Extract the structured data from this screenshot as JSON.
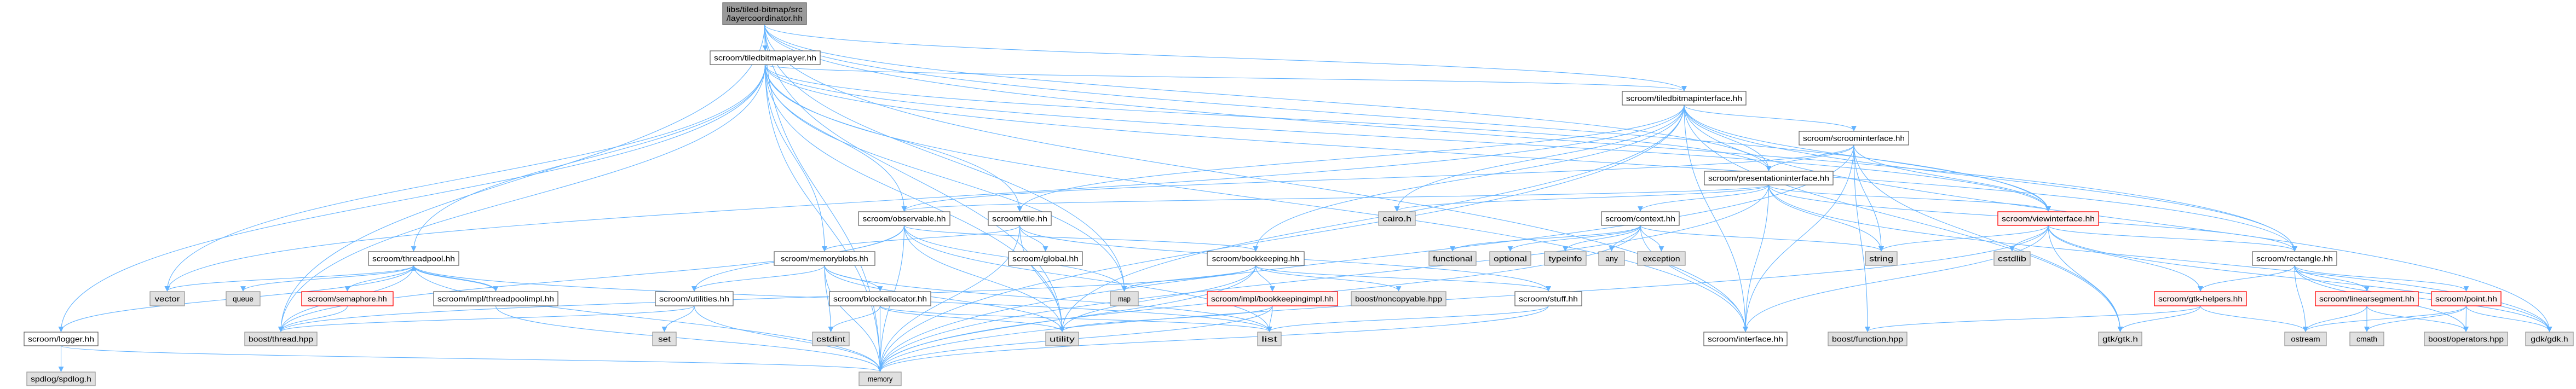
{
  "title": "libs/tiled-bitmap/src/layercoordinator.hh include dependency graph",
  "colors": {
    "edge": "#63b3ff",
    "root_fill": "#999999",
    "node_fill": "#ffffff",
    "system_fill": "#e0e0e0",
    "incomplete_fill": "#fff0f0",
    "incomplete_stroke": "#ff0000"
  },
  "nodes": [
    {
      "id": "root",
      "label": "libs/tiled-bitmap/src\n/layercoordinator.hh",
      "kind": "root"
    },
    {
      "id": "tiledbitmaplayer",
      "label": "scroom/tiledbitmaplayer.hh",
      "kind": "file"
    },
    {
      "id": "tiledbitmapinterface",
      "label": "scroom/tiledbitmapinterface.hh",
      "kind": "file"
    },
    {
      "id": "scroominterface",
      "label": "scroom/scroominterface.hh",
      "kind": "file"
    },
    {
      "id": "presentationinterface",
      "label": "scroom/presentationinterface.hh",
      "kind": "file"
    },
    {
      "id": "observable",
      "label": "scroom/observable.hh",
      "kind": "file"
    },
    {
      "id": "tile",
      "label": "scroom/tile.hh",
      "kind": "file"
    },
    {
      "id": "cairo",
      "label": "cairo.h",
      "kind": "system"
    },
    {
      "id": "context",
      "label": "scroom/context.hh",
      "kind": "file"
    },
    {
      "id": "viewinterface",
      "label": "scroom/viewinterface.hh",
      "kind": "incomplete"
    },
    {
      "id": "threadpool",
      "label": "scroom/threadpool.hh",
      "kind": "file"
    },
    {
      "id": "memoryblobs",
      "label": "scroom/memoryblobs.hh",
      "kind": "file"
    },
    {
      "id": "global",
      "label": "scroom/global.hh",
      "kind": "file"
    },
    {
      "id": "bookkeeping",
      "label": "scroom/bookkeeping.hh",
      "kind": "file"
    },
    {
      "id": "functional",
      "label": "functional",
      "kind": "system"
    },
    {
      "id": "optional",
      "label": "optional",
      "kind": "system"
    },
    {
      "id": "typeinfo",
      "label": "typeinfo",
      "kind": "system"
    },
    {
      "id": "any",
      "label": "any",
      "kind": "system"
    },
    {
      "id": "exception",
      "label": "exception",
      "kind": "system"
    },
    {
      "id": "string",
      "label": "string",
      "kind": "system"
    },
    {
      "id": "cstdlib",
      "label": "cstdlib",
      "kind": "system"
    },
    {
      "id": "rectangle",
      "label": "scroom/rectangle.hh",
      "kind": "file"
    },
    {
      "id": "vector",
      "label": "vector",
      "kind": "system"
    },
    {
      "id": "queue",
      "label": "queue",
      "kind": "system"
    },
    {
      "id": "semaphore",
      "label": "scroom/semaphore.hh",
      "kind": "incomplete"
    },
    {
      "id": "threadpoolimpl",
      "label": "scroom/impl/threadpoolimpl.hh",
      "kind": "file"
    },
    {
      "id": "utilities",
      "label": "scroom/utilities.hh",
      "kind": "file"
    },
    {
      "id": "blockallocator",
      "label": "scroom/blockallocator.hh",
      "kind": "file"
    },
    {
      "id": "map",
      "label": "map",
      "kind": "system"
    },
    {
      "id": "bookkeepingimpl",
      "label": "scroom/impl/bookkeepingimpl.hh",
      "kind": "incomplete"
    },
    {
      "id": "noncopyable",
      "label": "boost/noncopyable.hpp",
      "kind": "system"
    },
    {
      "id": "stuff",
      "label": "scroom/stuff.hh",
      "kind": "file"
    },
    {
      "id": "gtkhelpers",
      "label": "scroom/gtk-helpers.hh",
      "kind": "incomplete"
    },
    {
      "id": "linearsegment",
      "label": "scroom/linearsegment.hh",
      "kind": "incomplete"
    },
    {
      "id": "point",
      "label": "scroom/point.hh",
      "kind": "incomplete"
    },
    {
      "id": "logger",
      "label": "scroom/logger.hh",
      "kind": "file"
    },
    {
      "id": "boostthread",
      "label": "boost/thread.hpp",
      "kind": "system"
    },
    {
      "id": "set",
      "label": "set",
      "kind": "system"
    },
    {
      "id": "cstdint",
      "label": "cstdint",
      "kind": "system"
    },
    {
      "id": "utility",
      "label": "utility",
      "kind": "system"
    },
    {
      "id": "list",
      "label": "list",
      "kind": "system"
    },
    {
      "id": "interface",
      "label": "scroom/interface.hh",
      "kind": "file"
    },
    {
      "id": "boostfunction",
      "label": "boost/function.hpp",
      "kind": "system"
    },
    {
      "id": "gtk",
      "label": "gtk/gtk.h",
      "kind": "system"
    },
    {
      "id": "ostream",
      "label": "ostream",
      "kind": "system"
    },
    {
      "id": "cmath",
      "label": "cmath",
      "kind": "system"
    },
    {
      "id": "operators",
      "label": "boost/operators.hpp",
      "kind": "system"
    },
    {
      "id": "gdk",
      "label": "gdk/gdk.h",
      "kind": "system"
    },
    {
      "id": "spdlog",
      "label": "spdlog/spdlog.h",
      "kind": "system"
    },
    {
      "id": "memory",
      "label": "memory",
      "kind": "system"
    }
  ],
  "edges": [
    [
      "root",
      "tiledbitmaplayer"
    ],
    [
      "root",
      "memory"
    ],
    [
      "root",
      "boostthread"
    ],
    [
      "root",
      "map"
    ],
    [
      "root",
      "utility"
    ],
    [
      "root",
      "viewinterface"
    ],
    [
      "root",
      "rectangle"
    ],
    [
      "root",
      "interface"
    ],
    [
      "root",
      "tiledbitmapinterface"
    ],
    [
      "root",
      "presentationinterface"
    ],
    [
      "tiledbitmaplayer",
      "vector"
    ],
    [
      "tiledbitmaplayer",
      "memory"
    ],
    [
      "tiledbitmaplayer",
      "boostthread"
    ],
    [
      "tiledbitmaplayer",
      "logger"
    ],
    [
      "tiledbitmaplayer",
      "threadpool"
    ],
    [
      "tiledbitmaplayer",
      "memoryblobs"
    ],
    [
      "tiledbitmaplayer",
      "observable"
    ],
    [
      "tiledbitmaplayer",
      "tile"
    ],
    [
      "tiledbitmaplayer",
      "map"
    ],
    [
      "tiledbitmaplayer",
      "tiledbitmapinterface"
    ],
    [
      "tiledbitmaplayer",
      "presentationinterface"
    ],
    [
      "tiledbitmaplayer",
      "viewinterface"
    ],
    [
      "tiledbitmaplayer",
      "rectangle"
    ],
    [
      "tiledbitmaplayer",
      "utility"
    ],
    [
      "tiledbitmaplayer",
      "interface"
    ],
    [
      "tiledbitmapinterface",
      "vector"
    ],
    [
      "tiledbitmapinterface",
      "memory"
    ],
    [
      "tiledbitmapinterface",
      "cairo"
    ],
    [
      "tiledbitmapinterface",
      "gtk"
    ],
    [
      "tiledbitmapinterface",
      "gdk"
    ],
    [
      "tiledbitmapinterface",
      "tile"
    ],
    [
      "tiledbitmapinterface",
      "bookkeeping"
    ],
    [
      "tiledbitmapinterface",
      "scroominterface"
    ],
    [
      "tiledbitmapinterface",
      "presentationinterface"
    ],
    [
      "tiledbitmapinterface",
      "viewinterface"
    ],
    [
      "tiledbitmapinterface",
      "rectangle"
    ],
    [
      "tiledbitmapinterface",
      "interface"
    ],
    [
      "tiledbitmapinterface",
      "utility"
    ],
    [
      "scroominterface",
      "presentationinterface"
    ],
    [
      "scroominterface",
      "viewinterface"
    ],
    [
      "scroominterface",
      "string"
    ],
    [
      "scroominterface",
      "memory"
    ],
    [
      "scroominterface",
      "interface"
    ],
    [
      "scroominterface",
      "boostfunction"
    ],
    [
      "scroominterface",
      "gtk"
    ],
    [
      "scroominterface",
      "observable"
    ],
    [
      "presentationinterface",
      "observable"
    ],
    [
      "presentationinterface",
      "viewinterface"
    ],
    [
      "presentationinterface",
      "context"
    ],
    [
      "presentationinterface",
      "cairo"
    ],
    [
      "presentationinterface",
      "rectangle"
    ],
    [
      "presentationinterface",
      "string"
    ],
    [
      "presentationinterface",
      "memory"
    ],
    [
      "presentationinterface",
      "interface"
    ],
    [
      "presentationinterface",
      "gdk"
    ],
    [
      "observable",
      "utilities"
    ],
    [
      "observable",
      "bookkeeping"
    ],
    [
      "observable",
      "map"
    ],
    [
      "observable",
      "memory"
    ],
    [
      "observable",
      "utility"
    ],
    [
      "observable",
      "list"
    ],
    [
      "observable",
      "boostthread"
    ],
    [
      "tile",
      "global"
    ],
    [
      "tile",
      "memoryblobs"
    ],
    [
      "tile",
      "utility"
    ],
    [
      "tile",
      "memory"
    ],
    [
      "tile",
      "stuff"
    ],
    [
      "threadpool",
      "vector"
    ],
    [
      "threadpool",
      "queue"
    ],
    [
      "threadpool",
      "semaphore"
    ],
    [
      "threadpool",
      "boostthread"
    ],
    [
      "threadpool",
      "threadpoolimpl"
    ],
    [
      "threadpool",
      "logger"
    ],
    [
      "threadpool",
      "memory"
    ],
    [
      "threadpool",
      "list"
    ],
    [
      "semaphore",
      "boostthread"
    ],
    [
      "threadpoolimpl",
      "threadpool"
    ],
    [
      "threadpoolimpl",
      "memory"
    ],
    [
      "memoryblobs",
      "utilities"
    ],
    [
      "memoryblobs",
      "blockallocator"
    ],
    [
      "memoryblobs",
      "cstdint"
    ],
    [
      "memoryblobs",
      "memory"
    ],
    [
      "memoryblobs",
      "list"
    ],
    [
      "memoryblobs",
      "utility"
    ],
    [
      "blockallocator",
      "cstdint"
    ],
    [
      "blockallocator",
      "memory"
    ],
    [
      "blockallocator",
      "list"
    ],
    [
      "blockallocator",
      "utility"
    ],
    [
      "utilities",
      "set"
    ],
    [
      "utilities",
      "boostthread"
    ],
    [
      "utilities",
      "memory"
    ],
    [
      "bookkeeping",
      "map"
    ],
    [
      "bookkeeping",
      "bookkeepingimpl"
    ],
    [
      "bookkeeping",
      "noncopyable"
    ],
    [
      "bookkeeping",
      "stuff"
    ],
    [
      "bookkeeping",
      "utility"
    ],
    [
      "bookkeeping",
      "memory"
    ],
    [
      "bookkeeping",
      "boostthread"
    ],
    [
      "bookkeepingimpl",
      "utility"
    ],
    [
      "bookkeepingimpl",
      "memory"
    ],
    [
      "bookkeepingimpl",
      "list"
    ],
    [
      "stuff",
      "list"
    ],
    [
      "stuff",
      "memory"
    ],
    [
      "context",
      "functional"
    ],
    [
      "context",
      "optional"
    ],
    [
      "context",
      "typeinfo"
    ],
    [
      "context",
      "any"
    ],
    [
      "context",
      "exception"
    ],
    [
      "context",
      "string"
    ],
    [
      "context",
      "interface"
    ],
    [
      "context",
      "memory"
    ],
    [
      "viewinterface",
      "string"
    ],
    [
      "viewinterface",
      "cstdlib"
    ],
    [
      "viewinterface",
      "gtkhelpers"
    ],
    [
      "viewinterface",
      "rectangle"
    ],
    [
      "viewinterface",
      "interface"
    ],
    [
      "viewinterface",
      "gtk"
    ],
    [
      "viewinterface",
      "memory"
    ],
    [
      "viewinterface",
      "gdk"
    ],
    [
      "gtkhelpers",
      "gtk"
    ],
    [
      "gtkhelpers",
      "ostream"
    ],
    [
      "gtkhelpers",
      "boostfunction"
    ],
    [
      "rectangle",
      "gtkhelpers"
    ],
    [
      "rectangle",
      "ostream"
    ],
    [
      "rectangle",
      "linearsegment"
    ],
    [
      "rectangle",
      "point"
    ],
    [
      "rectangle",
      "operators"
    ],
    [
      "rectangle",
      "gdk"
    ],
    [
      "linearsegment",
      "ostream"
    ],
    [
      "linearsegment",
      "cmath"
    ],
    [
      "linearsegment",
      "operators"
    ],
    [
      "point",
      "ostream"
    ],
    [
      "point",
      "cmath"
    ],
    [
      "point",
      "operators"
    ],
    [
      "point",
      "gdk"
    ],
    [
      "logger",
      "spdlog"
    ],
    [
      "logger",
      "memory"
    ]
  ]
}
